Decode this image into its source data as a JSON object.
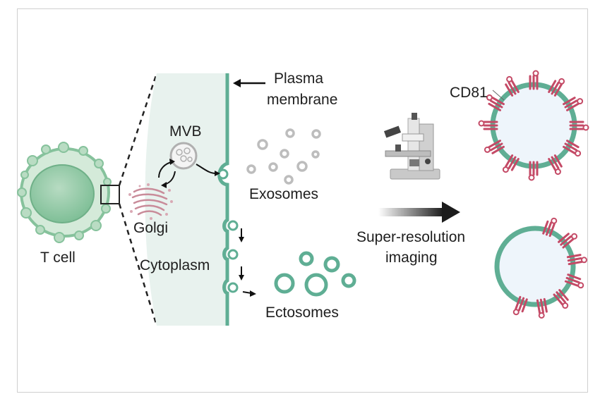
{
  "labels": {
    "t_cell": "T cell",
    "mvb": "MVB",
    "golgi": "Golgi",
    "cytoplasm": "Cytoplasm",
    "plasma_membrane_line1": "Plasma",
    "plasma_membrane_line2": "membrane",
    "exosomes": "Exosomes",
    "ectosomes": "Ectosomes",
    "imaging_line1": "Super-resolution",
    "imaging_line2": "imaging",
    "cd81": "CD81"
  },
  "colors": {
    "membrane": "#5fae94",
    "cytoplasm": "#e8f2ee",
    "vesicle_interior": "#eef5fb",
    "cd81": "#c44a66",
    "exosome": "#bdbdbd",
    "golgi": "#c98c9a",
    "text": "#1e1e1e"
  }
}
